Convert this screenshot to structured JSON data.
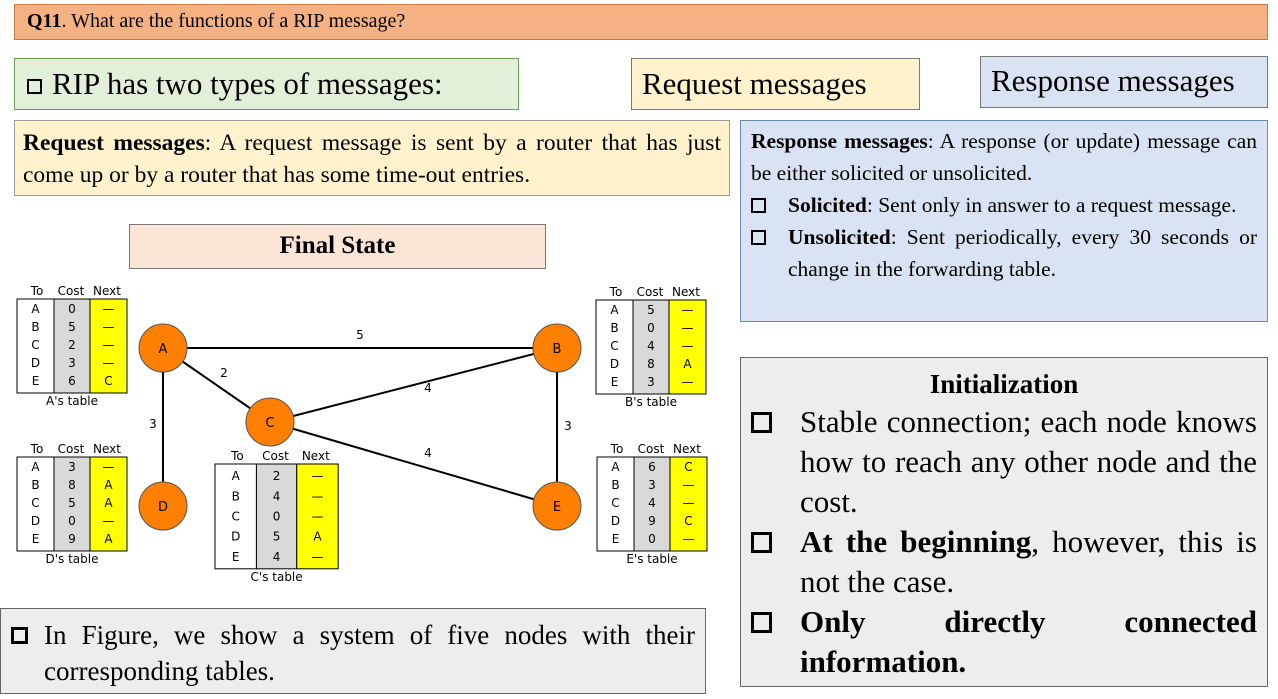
{
  "question": {
    "number": "Q11",
    "text": ". What are the functions of a RIP message?"
  },
  "types_heading": "RIP has two types of messages:",
  "request_header": "Request messages",
  "response_header": "Response messages",
  "request_box": {
    "term": "Request messages",
    "text": ": A request message is sent by a router that has just come up or by a router that has some time-out entries."
  },
  "response_box": {
    "term": "Response messages",
    "text": ": A response (or update) message can be either solicited or unsolicited.",
    "items": [
      {
        "term": "Solicited",
        "text": ": Sent only in answer to a request message."
      },
      {
        "term": "Unsolicited",
        "text": ": Sent periodically, every 30 seconds or change in the forwarding table."
      }
    ]
  },
  "final_state": "Final State",
  "initialization": {
    "title": "Initialization",
    "items": [
      {
        "bold": "",
        "text": "Stable connection; each node knows how to reach any other node and the cost."
      },
      {
        "bold": "At the beginning",
        "text": ", however, this is not the case."
      },
      {
        "bold": "Only directly connected information.",
        "text": ""
      }
    ]
  },
  "figure_note": "In Figure, we show a system of five nodes with their corresponding tables.",
  "diagram": {
    "nodes": [
      "A",
      "B",
      "C",
      "D",
      "E"
    ],
    "links": [
      {
        "from": "A",
        "to": "B",
        "cost": "5"
      },
      {
        "from": "A",
        "to": "C",
        "cost": "2"
      },
      {
        "from": "A",
        "to": "D",
        "cost": "3"
      },
      {
        "from": "C",
        "to": "B",
        "cost": "4"
      },
      {
        "from": "C",
        "to": "E",
        "cost": "4"
      },
      {
        "from": "B",
        "to": "E",
        "cost": "3"
      }
    ],
    "table_headers": [
      "To",
      "Cost",
      "Next"
    ],
    "tables": [
      {
        "id": "A",
        "caption": "A's table",
        "to": [
          "A",
          "B",
          "C",
          "D",
          "E"
        ],
        "cost": [
          "0",
          "5",
          "2",
          "3",
          "6"
        ],
        "next": [
          "—",
          "—",
          "—",
          "—",
          "C"
        ]
      },
      {
        "id": "B",
        "caption": "B's table",
        "to": [
          "A",
          "B",
          "C",
          "D",
          "E"
        ],
        "cost": [
          "5",
          "0",
          "4",
          "8",
          "3"
        ],
        "next": [
          "—",
          "—",
          "—",
          "A",
          "—"
        ]
      },
      {
        "id": "C",
        "caption": "C's table",
        "to": [
          "A",
          "B",
          "C",
          "D",
          "E"
        ],
        "cost": [
          "2",
          "4",
          "0",
          "5",
          "4"
        ],
        "next": [
          "—",
          "—",
          "—",
          "A",
          "—"
        ]
      },
      {
        "id": "D",
        "caption": "D's table",
        "to": [
          "A",
          "B",
          "C",
          "D",
          "E"
        ],
        "cost": [
          "3",
          "8",
          "5",
          "0",
          "9"
        ],
        "next": [
          "—",
          "A",
          "A",
          "—",
          "A"
        ]
      },
      {
        "id": "E",
        "caption": "E's table",
        "to": [
          "A",
          "B",
          "C",
          "D",
          "E"
        ],
        "cost": [
          "6",
          "3",
          "4",
          "9",
          "0"
        ],
        "next": [
          "C",
          "—",
          "—",
          "C",
          "—"
        ]
      }
    ]
  },
  "colors": {
    "node_fill": "#ff7f00",
    "next_column": "#ffff00",
    "cost_column": "#d9d9d9"
  }
}
